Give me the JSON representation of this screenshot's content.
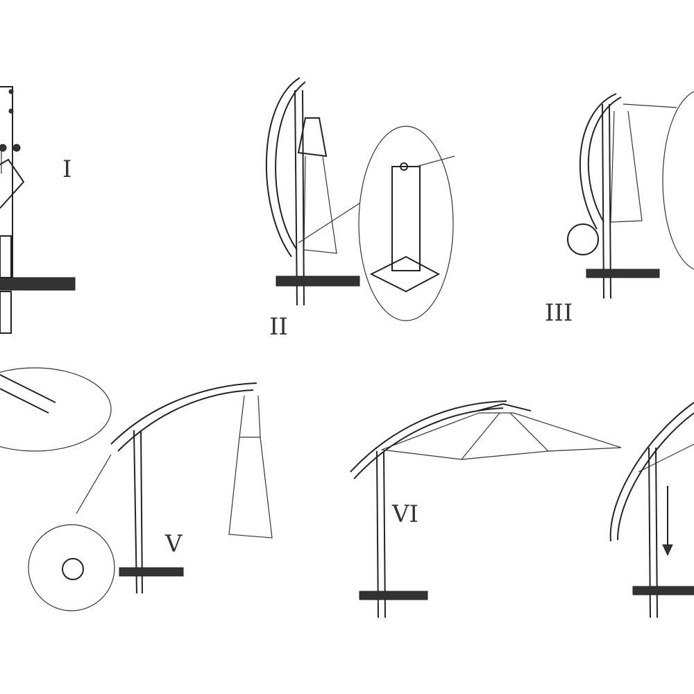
{
  "diagram": {
    "steps": [
      {
        "id": "step-1",
        "label": "I"
      },
      {
        "id": "step-2",
        "label": "II"
      },
      {
        "id": "step-3",
        "label": "III"
      },
      {
        "id": "step-5",
        "label": "V"
      },
      {
        "id": "step-6",
        "label": "VI"
      }
    ]
  }
}
